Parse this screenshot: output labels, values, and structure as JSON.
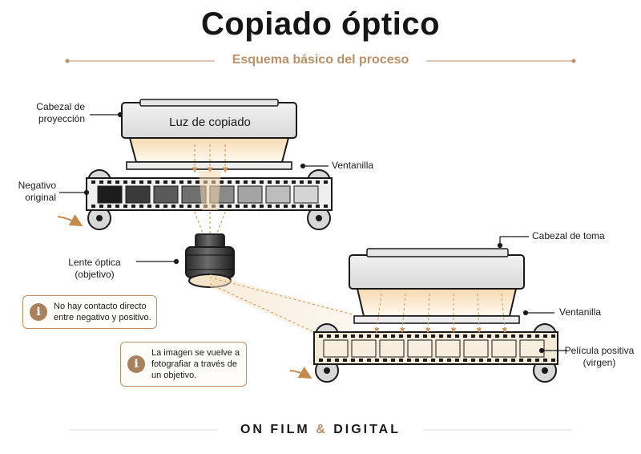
{
  "title": "Copiado óptico",
  "subtitle": "Esquema básico del proceso",
  "labels": {
    "cabezal_proyeccion": "Cabezal de\nproyección",
    "luz_copiado": "Luz de copiado",
    "ventanilla_top": "Ventanilla",
    "negativo": "Negativo\noriginal",
    "lente": "Lente óptica\n(objetivo)",
    "cabezal_toma": "Cabezal de toma",
    "ventanilla_bottom": "Ventanilla",
    "pelicula": "Película positiva\n(virgen)"
  },
  "notes": {
    "note1": "No hay contacto directo\nentre negativo y positivo.",
    "note2": "La imagen se vuelve a\nfotografiar a través de\nun objetivo."
  },
  "footer": {
    "part1": "ON FILM",
    "amp": "&",
    "part2": "DIGITAL"
  },
  "colors": {
    "accent": "#b8906a",
    "ink": "#1a1a1a"
  }
}
